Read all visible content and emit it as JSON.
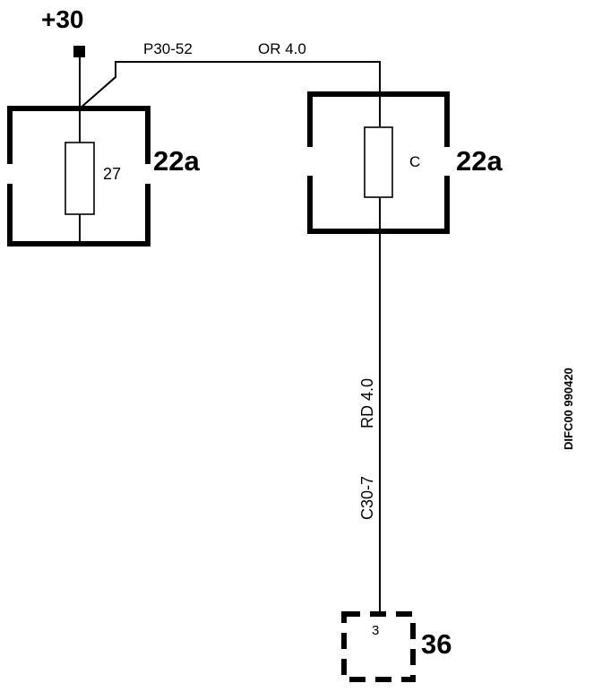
{
  "power": {
    "label": "+30"
  },
  "wire_top": {
    "code": "P30-52",
    "spec": "OR 4.0"
  },
  "fuse_left": {
    "number": "27",
    "box_label": "22a"
  },
  "fuse_right": {
    "letter": "C",
    "box_label": "22a"
  },
  "wire_vertical": {
    "code": "C30-7",
    "spec": "RD 4.0"
  },
  "connector": {
    "pin": "3",
    "label": "36"
  },
  "document_ref": "DIFC00 990420",
  "colors": {
    "ink": "#000000",
    "paper": "#ffffff"
  }
}
